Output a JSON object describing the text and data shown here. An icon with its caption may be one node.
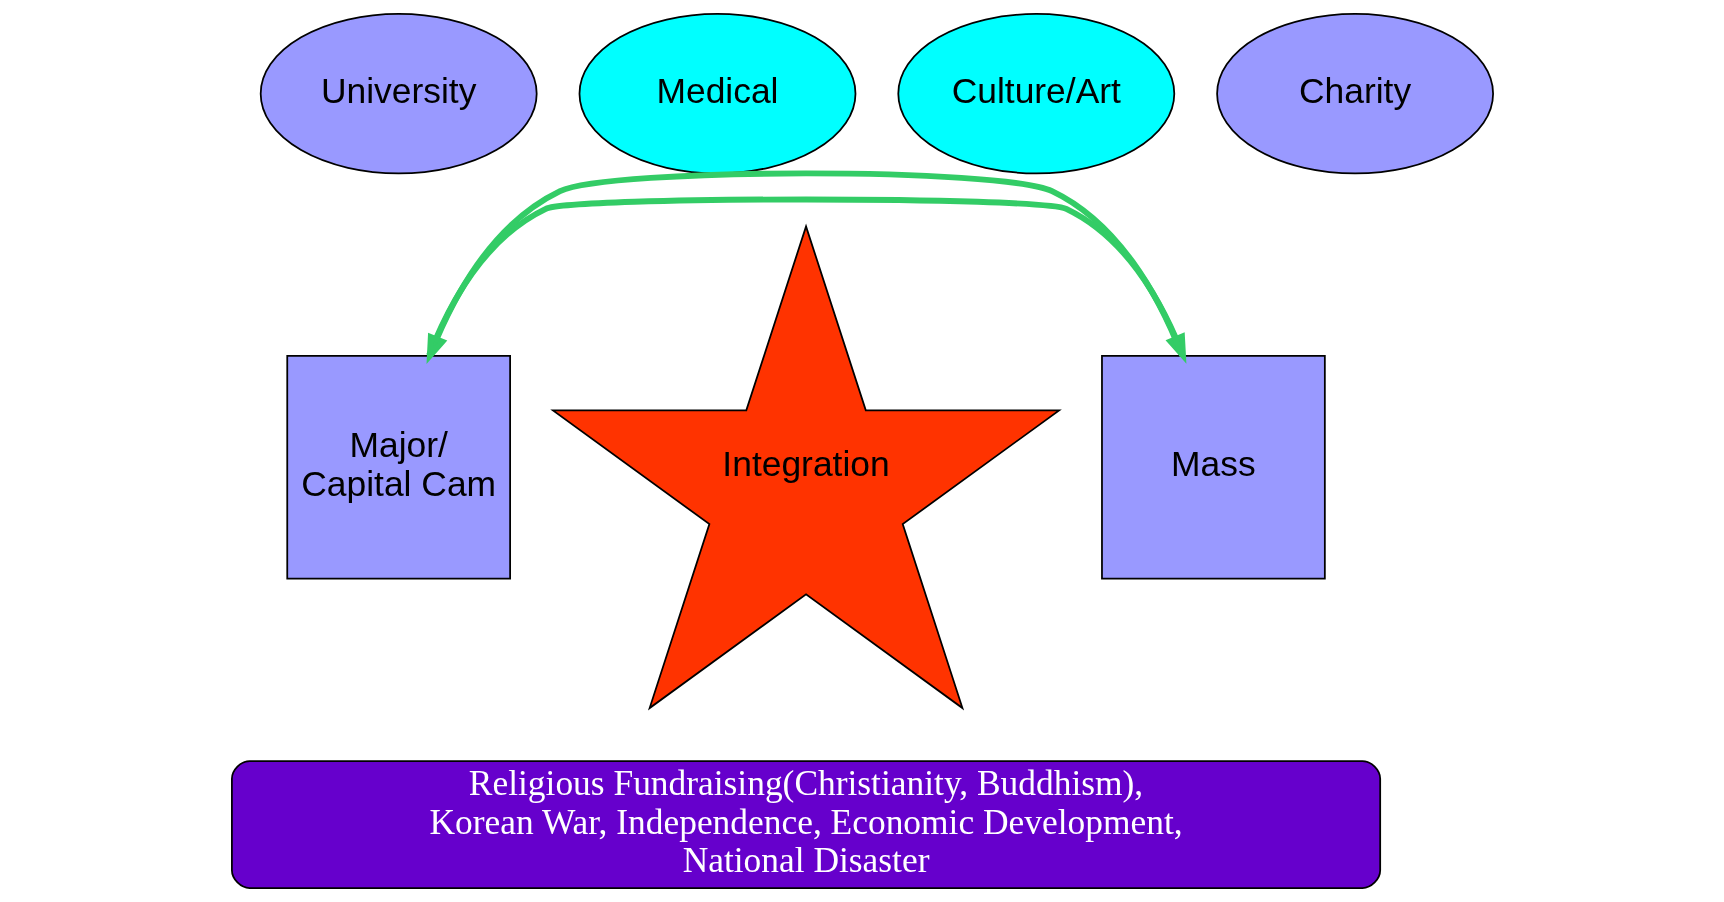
{
  "diagram": {
    "nodes": [
      {
        "text": [
          "University"
        ]
      },
      {
        "text": [
          "Medical"
        ]
      },
      {
        "text": [
          "Culture/Art"
        ]
      },
      {
        "text": [
          "Charity"
        ]
      },
      {
        "text": [
          "Major/ Capital Cam"
        ]
      },
      {
        "text": [
          "Integration"
        ]
      },
      {
        "text": [
          "Mass"
        ]
      },
      {
        "text": [
          "Religious Fundraising(Christianity, Buddhism), Korean War, Independence, Economic Development, National Disaster"
        ]
      }
    ],
    "edges": [
      {
        "from": 4,
        "to": 6,
        "arrow": "to"
      },
      {
        "from": 6,
        "to": 4,
        "arrow": "to"
      }
    ]
  }
}
